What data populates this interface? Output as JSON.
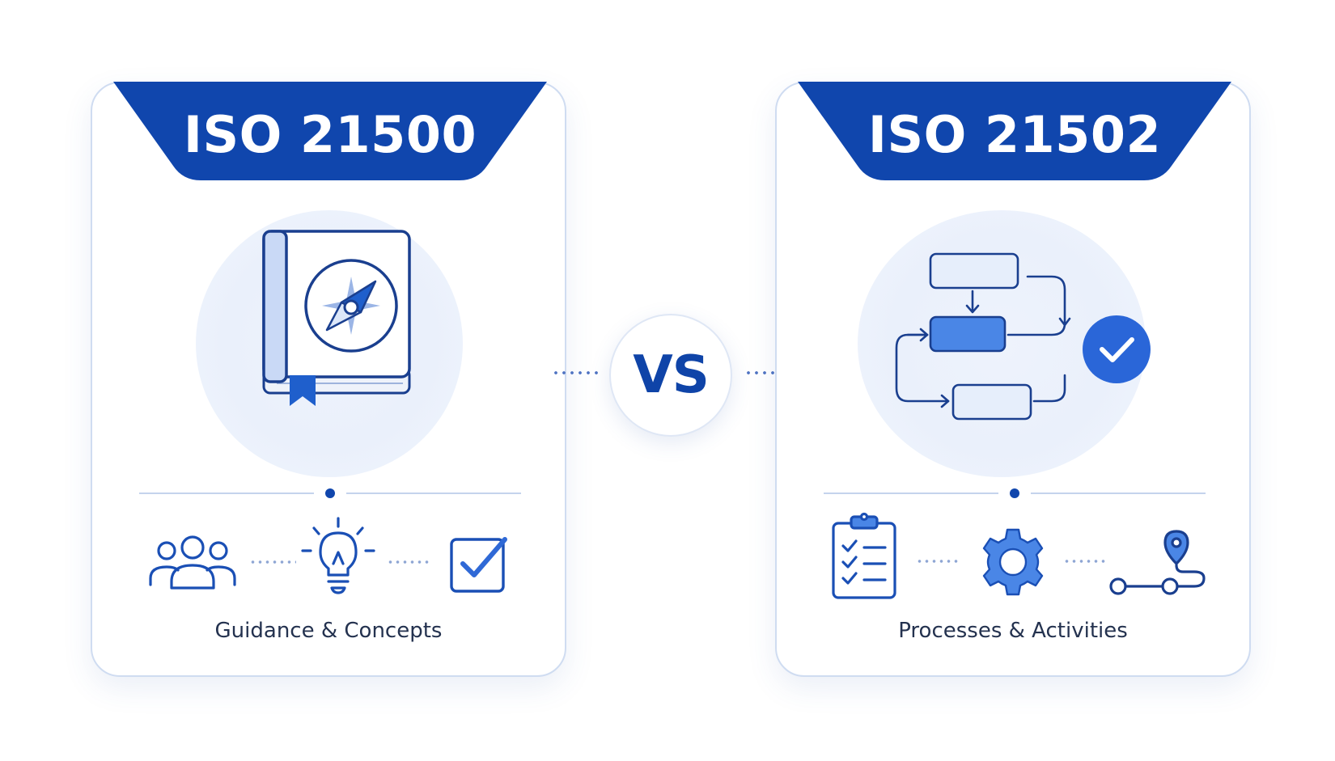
{
  "colors": {
    "primary": "#0f47ae",
    "accent": "#3f7ae0",
    "light": "#e4ecfa",
    "line": "#c9d6ee"
  },
  "comparison": {
    "vs_label": "VS"
  },
  "left_card": {
    "title": "ISO 21500",
    "hero_icon": "guidebook-compass-icon",
    "icons": [
      "people-group-icon",
      "lightbulb-icon",
      "checkbox-icon"
    ],
    "caption": "Guidance & Concepts"
  },
  "right_card": {
    "title": "ISO 21502",
    "hero_icon": "process-flowchart-icon",
    "icons": [
      "clipboard-checklist-icon",
      "gear-icon",
      "route-pin-icon"
    ],
    "caption": "Processes & Activities"
  }
}
